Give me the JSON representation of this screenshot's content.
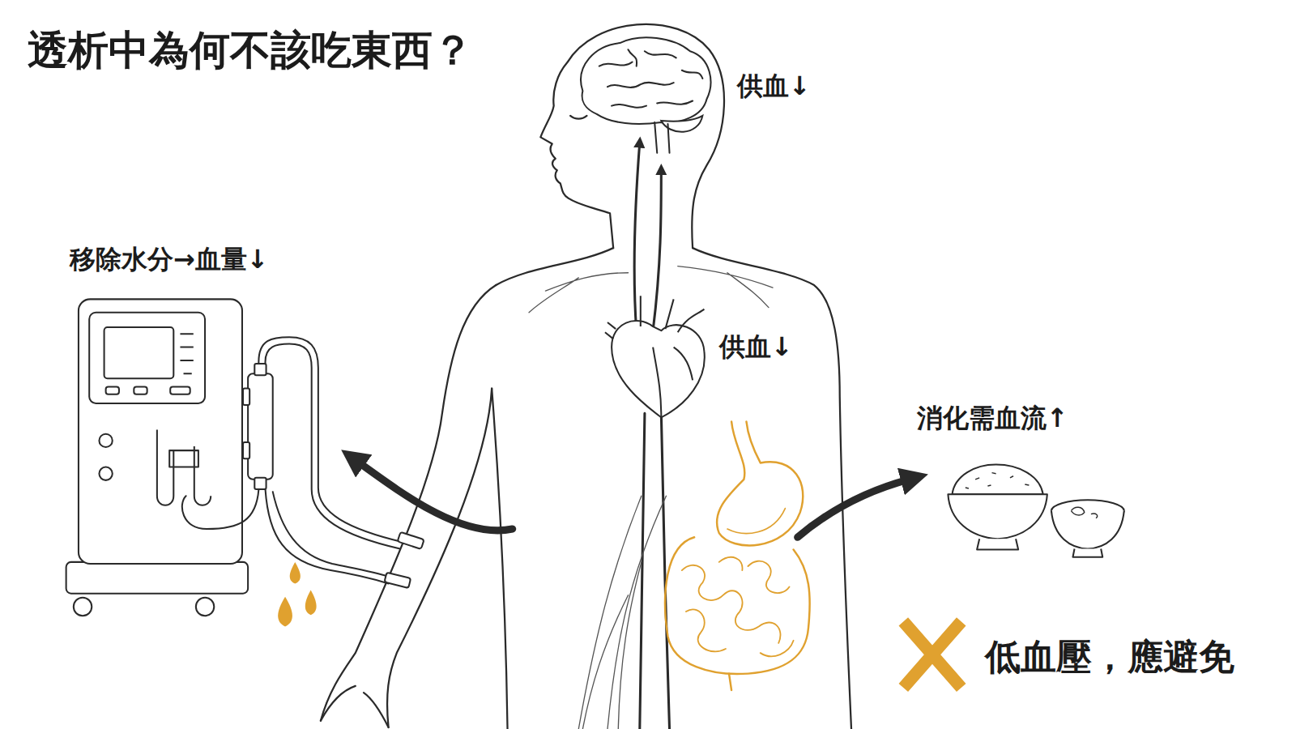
{
  "diagram": {
    "title": "透析中為何不該吃東西？",
    "labels": [
      "供血↓",
      "移除水分→血量↓",
      "供血↓",
      "消化需血流↑",
      "低血壓，應避免"
    ]
  }
}
